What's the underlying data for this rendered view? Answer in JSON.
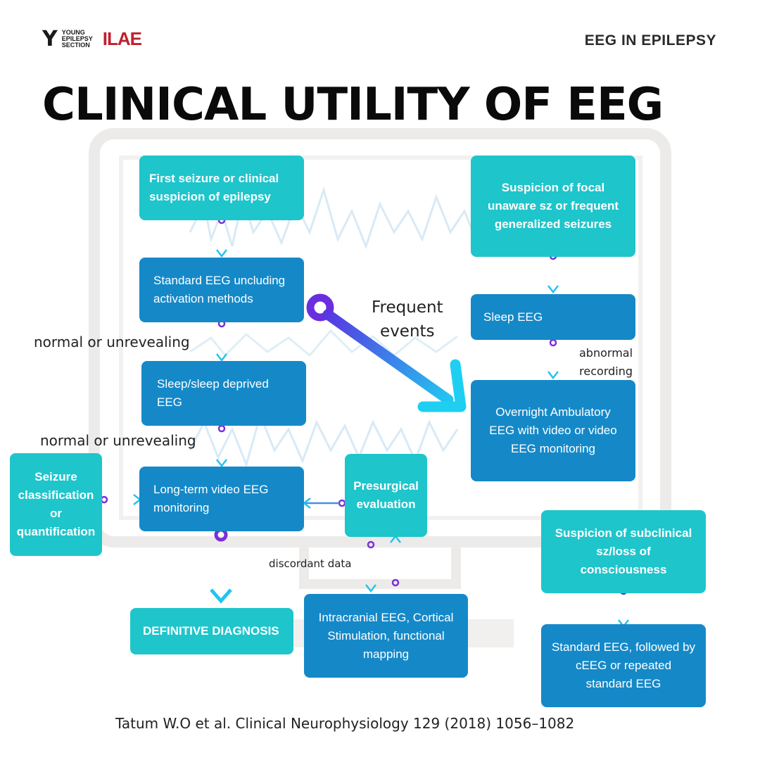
{
  "header": {
    "logo_mark": "Y",
    "logo_line1": "YOUNG",
    "logo_line2": "EPILEPSY",
    "logo_line3": "SECTION",
    "logo_org": "ILAE",
    "topic": "EEG IN EPILEPSY",
    "title": "CLINICAL UTILITY OF EEG"
  },
  "nodes": {
    "first_seizure": "First seizure or clinical suspicion of epilepsy",
    "standard_eeg": "Standard EEG uncluding activation methods",
    "sleep_deprived": "Sleep/sleep deprived EEG",
    "long_term": "Long-term video EEG monitoring",
    "definitive": "DEFINITIVE DIAGNOSIS",
    "seizure_class": "Seizure classification or quantification",
    "presurgical": "Presurgical evaluation",
    "intracranial": "Intracranial EEG, Cortical Stimulation, functional mapping",
    "suspicion_focal": "Suspicion of focal unaware sz or frequent generalized seizures",
    "sleep_eeg": "Sleep EEG",
    "overnight": "Overnight  Ambulatory EEG with video or  video EEG monitoring",
    "subclinical": "Suspicion of subclinical sz/loss of consciousness",
    "standard_ceeg": "Standard EEG, followed by cEEG or repeated standard EEG"
  },
  "labels": {
    "normal1": "normal or unrevealing",
    "normal2": "normal or unrevealing",
    "frequent_line1": "Frequent",
    "frequent_line2": "events",
    "abnormal_line1": "abnormal",
    "abnormal_line2": "recording",
    "discordant": "discordant data"
  },
  "citation": "Tatum W.O et al. Clinical Neurophysiology 129 (2018) 1056–1082",
  "colors": {
    "teal": "#1ec5cb",
    "blue": "#1589c8",
    "arrow_purple": "#7b2fd8",
    "arrow_cyan": "#22c3f0",
    "monitor_bg": "#ecebea"
  }
}
